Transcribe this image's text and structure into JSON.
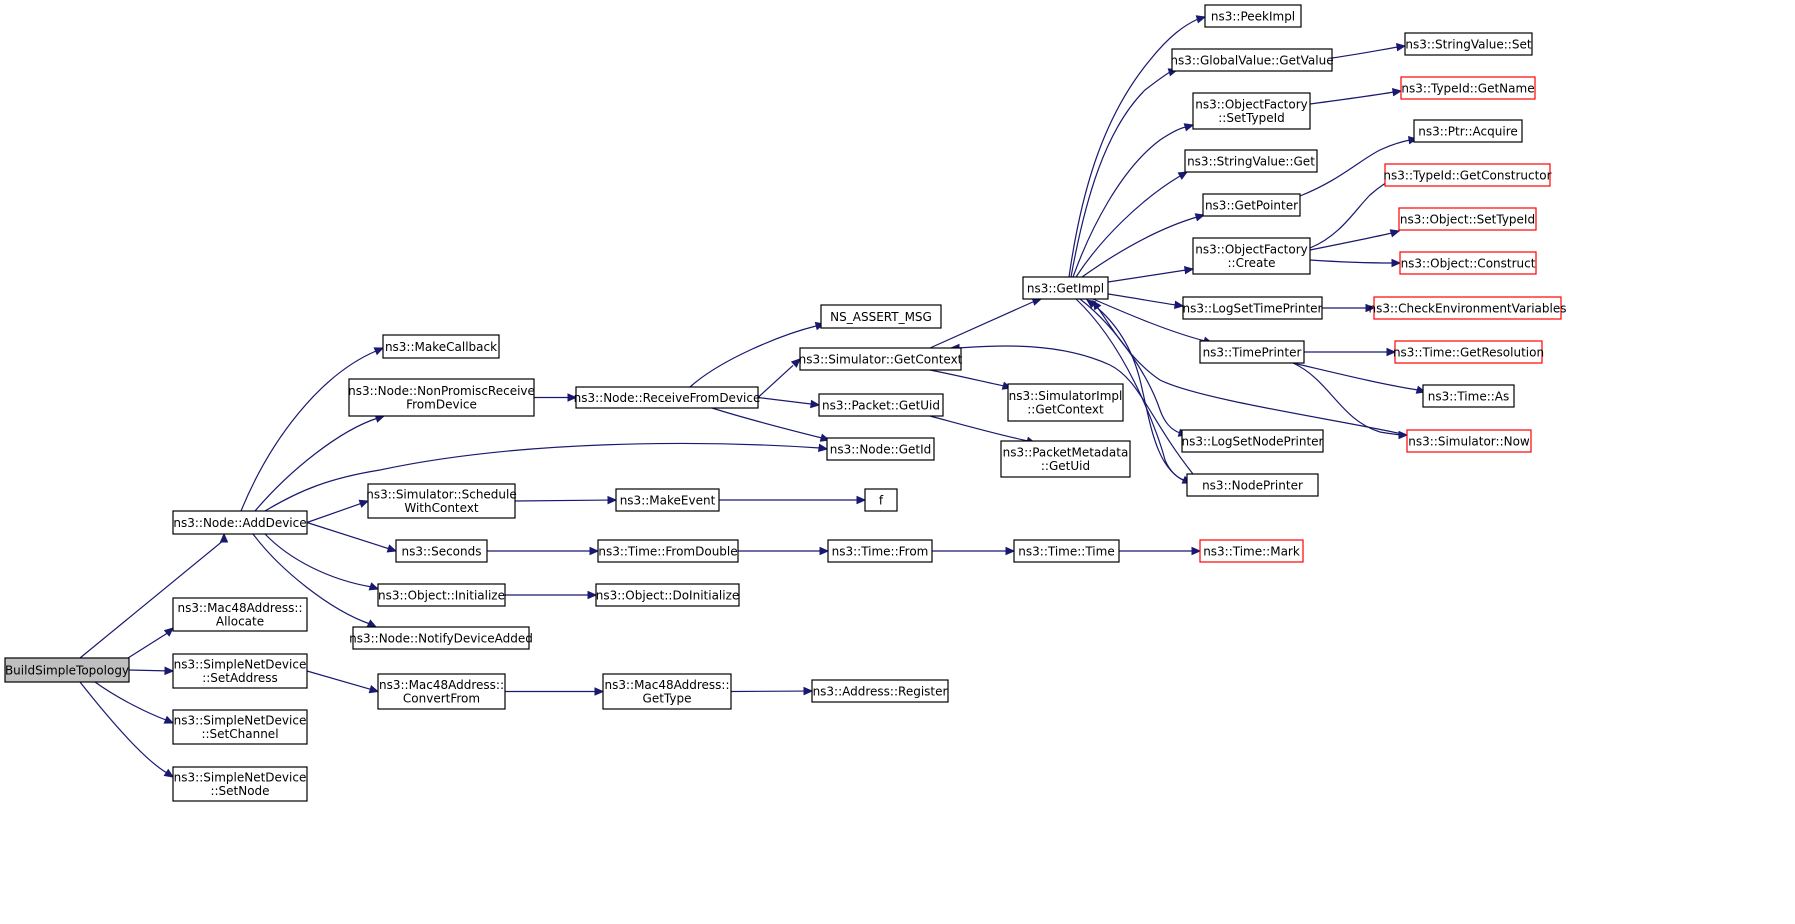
{
  "graph": {
    "colors": {
      "edge": "#191970",
      "box_border": "#000000",
      "truncated_border": "#ff0000",
      "root_fill": "#bfbfbf",
      "background": "#ffffff"
    },
    "nodes": [
      {
        "id": "root",
        "lines": [
          "BuildSimpleTopology"
        ],
        "style": "root"
      },
      {
        "id": "addDevice",
        "lines": [
          "ns3::Node::AddDevice"
        ]
      },
      {
        "id": "macAllocate",
        "lines": [
          "ns3::Mac48Address::",
          "Allocate"
        ]
      },
      {
        "id": "setAddress",
        "lines": [
          "ns3::SimpleNetDevice",
          "::SetAddress"
        ]
      },
      {
        "id": "setChannel",
        "lines": [
          "ns3::SimpleNetDevice",
          "::SetChannel"
        ]
      },
      {
        "id": "setNode",
        "lines": [
          "ns3::SimpleNetDevice",
          "::SetNode"
        ]
      },
      {
        "id": "makeCallback",
        "lines": [
          "ns3::MakeCallback"
        ]
      },
      {
        "id": "nonPromisc",
        "lines": [
          "ns3::Node::NonPromiscReceive",
          "FromDevice"
        ]
      },
      {
        "id": "scheduleWithContext",
        "lines": [
          "ns3::Simulator::Schedule",
          "WithContext"
        ]
      },
      {
        "id": "seconds",
        "lines": [
          "ns3::Seconds"
        ]
      },
      {
        "id": "objInitialize",
        "lines": [
          "ns3::Object::Initialize"
        ]
      },
      {
        "id": "notifyDeviceAdded",
        "lines": [
          "ns3::Node::NotifyDeviceAdded"
        ]
      },
      {
        "id": "convertFrom",
        "lines": [
          "ns3::Mac48Address::",
          "ConvertFrom"
        ]
      },
      {
        "id": "receiveFromDevice",
        "lines": [
          "ns3::Node::ReceiveFromDevice"
        ]
      },
      {
        "id": "makeEvent",
        "lines": [
          "ns3::MakeEvent"
        ]
      },
      {
        "id": "timeFromDouble",
        "lines": [
          "ns3::Time::FromDouble"
        ]
      },
      {
        "id": "doInitialize",
        "lines": [
          "ns3::Object::DoInitialize"
        ]
      },
      {
        "id": "macGetType",
        "lines": [
          "ns3::Mac48Address::",
          "GetType"
        ]
      },
      {
        "id": "nsAssert",
        "lines": [
          "NS_ASSERT_MSG"
        ]
      },
      {
        "id": "simGetContext",
        "lines": [
          "ns3::Simulator::GetContext"
        ]
      },
      {
        "id": "packetGetUid",
        "lines": [
          "ns3::Packet::GetUid"
        ]
      },
      {
        "id": "nodeGetId",
        "lines": [
          "ns3::Node::GetId"
        ]
      },
      {
        "id": "f",
        "lines": [
          "f"
        ]
      },
      {
        "id": "timeFrom",
        "lines": [
          "ns3::Time::From"
        ]
      },
      {
        "id": "addrRegister",
        "lines": [
          "ns3::Address::Register"
        ]
      },
      {
        "id": "simImplGetContext",
        "lines": [
          "ns3::SimulatorImpl",
          "::GetContext"
        ]
      },
      {
        "id": "pktMetaGetUid",
        "lines": [
          "ns3::PacketMetadata",
          "::GetUid"
        ]
      },
      {
        "id": "timeTime",
        "lines": [
          "ns3::Time::Time"
        ]
      },
      {
        "id": "getImpl",
        "lines": [
          "ns3::GetImpl"
        ]
      },
      {
        "id": "peekImpl",
        "lines": [
          "ns3::PeekImpl"
        ]
      },
      {
        "id": "gvGetValue",
        "lines": [
          "ns3::GlobalValue::GetValue"
        ]
      },
      {
        "id": "ofSetTypeId",
        "lines": [
          "ns3::ObjectFactory",
          "::SetTypeId"
        ]
      },
      {
        "id": "svGet",
        "lines": [
          "ns3::StringValue::Get"
        ]
      },
      {
        "id": "getPointer",
        "lines": [
          "ns3::GetPointer"
        ]
      },
      {
        "id": "ofCreate",
        "lines": [
          "ns3::ObjectFactory",
          "::Create"
        ]
      },
      {
        "id": "logSetTimePrinter",
        "lines": [
          "ns3::LogSetTimePrinter"
        ]
      },
      {
        "id": "timePrinter",
        "lines": [
          "ns3::TimePrinter"
        ]
      },
      {
        "id": "logSetNodePrinter",
        "lines": [
          "ns3::LogSetNodePrinter"
        ]
      },
      {
        "id": "nodePrinter",
        "lines": [
          "ns3::NodePrinter"
        ]
      },
      {
        "id": "timeMark",
        "lines": [
          "ns3::Time::Mark"
        ],
        "style": "truncated"
      },
      {
        "id": "svSet",
        "lines": [
          "ns3::StringValue::Set"
        ]
      },
      {
        "id": "typeIdGetName",
        "lines": [
          "ns3::TypeId::GetName"
        ],
        "style": "truncated"
      },
      {
        "id": "ptrAcquire",
        "lines": [
          "ns3::Ptr::Acquire"
        ]
      },
      {
        "id": "typeIdGetConstructor",
        "lines": [
          "ns3::TypeId::GetConstructor"
        ],
        "style": "truncated"
      },
      {
        "id": "objSetTypeId",
        "lines": [
          "ns3::Object::SetTypeId"
        ],
        "style": "truncated"
      },
      {
        "id": "objConstruct",
        "lines": [
          "ns3::Object::Construct"
        ],
        "style": "truncated"
      },
      {
        "id": "checkEnvVars",
        "lines": [
          "ns3::CheckEnvironmentVariables"
        ],
        "style": "truncated"
      },
      {
        "id": "timeGetResolution",
        "lines": [
          "ns3::Time::GetResolution"
        ],
        "style": "truncated"
      },
      {
        "id": "timeAs",
        "lines": [
          "ns3::Time::As"
        ]
      },
      {
        "id": "simNow",
        "lines": [
          "ns3::Simulator::Now"
        ],
        "style": "truncated"
      }
    ],
    "edges": [
      {
        "from": "root",
        "to": "addDevice"
      },
      {
        "from": "root",
        "to": "macAllocate"
      },
      {
        "from": "root",
        "to": "setAddress"
      },
      {
        "from": "root",
        "to": "setChannel"
      },
      {
        "from": "root",
        "to": "setNode"
      },
      {
        "from": "addDevice",
        "to": "makeCallback"
      },
      {
        "from": "addDevice",
        "to": "nonPromisc"
      },
      {
        "from": "addDevice",
        "to": "nodeGetId"
      },
      {
        "from": "addDevice",
        "to": "scheduleWithContext"
      },
      {
        "from": "addDevice",
        "to": "seconds"
      },
      {
        "from": "addDevice",
        "to": "objInitialize"
      },
      {
        "from": "addDevice",
        "to": "notifyDeviceAdded"
      },
      {
        "from": "setAddress",
        "to": "convertFrom"
      },
      {
        "from": "nonPromisc",
        "to": "receiveFromDevice"
      },
      {
        "from": "scheduleWithContext",
        "to": "makeEvent"
      },
      {
        "from": "seconds",
        "to": "timeFromDouble"
      },
      {
        "from": "objInitialize",
        "to": "doInitialize"
      },
      {
        "from": "convertFrom",
        "to": "macGetType"
      },
      {
        "from": "receiveFromDevice",
        "to": "nsAssert"
      },
      {
        "from": "receiveFromDevice",
        "to": "simGetContext"
      },
      {
        "from": "receiveFromDevice",
        "to": "packetGetUid"
      },
      {
        "from": "receiveFromDevice",
        "to": "nodeGetId"
      },
      {
        "from": "makeEvent",
        "to": "f"
      },
      {
        "from": "timeFromDouble",
        "to": "timeFrom"
      },
      {
        "from": "macGetType",
        "to": "addrRegister"
      },
      {
        "from": "simGetContext",
        "to": "getImpl"
      },
      {
        "from": "simGetContext",
        "to": "simImplGetContext"
      },
      {
        "from": "packetGetUid",
        "to": "pktMetaGetUid"
      },
      {
        "from": "timeFrom",
        "to": "timeTime"
      },
      {
        "from": "timeTime",
        "to": "timeMark"
      },
      {
        "from": "getImpl",
        "to": "peekImpl"
      },
      {
        "from": "getImpl",
        "to": "gvGetValue"
      },
      {
        "from": "getImpl",
        "to": "ofSetTypeId"
      },
      {
        "from": "getImpl",
        "to": "svGet"
      },
      {
        "from": "getImpl",
        "to": "getPointer"
      },
      {
        "from": "getImpl",
        "to": "ofCreate"
      },
      {
        "from": "getImpl",
        "to": "logSetTimePrinter"
      },
      {
        "from": "getImpl",
        "to": "timePrinter"
      },
      {
        "from": "getImpl",
        "to": "logSetNodePrinter"
      },
      {
        "from": "getImpl",
        "to": "nodePrinter"
      },
      {
        "from": "gvGetValue",
        "to": "svSet"
      },
      {
        "from": "ofSetTypeId",
        "to": "typeIdGetName"
      },
      {
        "from": "getPointer",
        "to": "ptrAcquire"
      },
      {
        "from": "ofCreate",
        "to": "typeIdGetConstructor"
      },
      {
        "from": "ofCreate",
        "to": "objSetTypeId"
      },
      {
        "from": "ofCreate",
        "to": "objConstruct"
      },
      {
        "from": "logSetTimePrinter",
        "to": "checkEnvVars"
      },
      {
        "from": "timePrinter",
        "to": "timeGetResolution"
      },
      {
        "from": "timePrinter",
        "to": "timeAs"
      },
      {
        "from": "timePrinter",
        "to": "simNow"
      },
      {
        "from": "simNow",
        "to": "getImpl"
      },
      {
        "from": "nodePrinter",
        "to": "simGetContext"
      },
      {
        "from": "nodePrinter",
        "to": "getImpl"
      }
    ]
  }
}
